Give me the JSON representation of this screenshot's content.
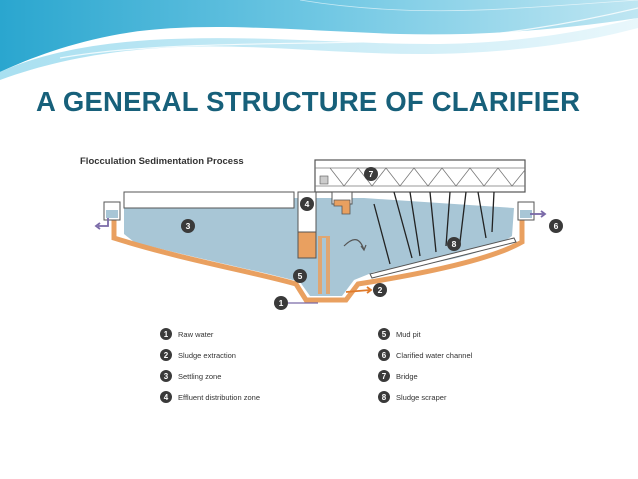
{
  "slide": {
    "title": "A GENERAL STRUCTURE OF CLARIFIER"
  },
  "diagram": {
    "title": "Flocculation Sedimentation Process",
    "colors": {
      "water": "#a8c6d6",
      "tank_wall": "#e9a060",
      "badge": "#3a3a3a",
      "arrow": "#7a6aa8",
      "sludge_arrow": "#e07a2a"
    },
    "legend": [
      {
        "number": "1",
        "label": "Raw water"
      },
      {
        "number": "2",
        "label": "Sludge extraction"
      },
      {
        "number": "3",
        "label": "Settling zone"
      },
      {
        "number": "4",
        "label": "Effluent distribution zone"
      },
      {
        "number": "5",
        "label": "Mud pit"
      },
      {
        "number": "6",
        "label": "Clarified water channel"
      },
      {
        "number": "7",
        "label": "Bridge"
      },
      {
        "number": "8",
        "label": "Sludge scraper"
      }
    ]
  }
}
